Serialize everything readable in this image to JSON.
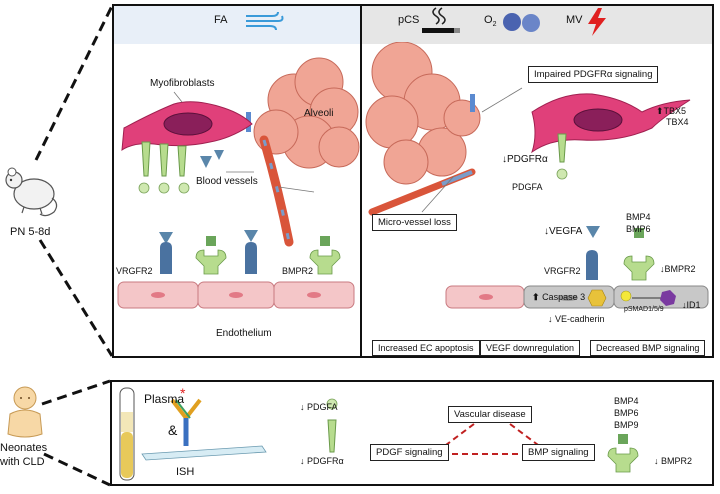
{
  "top": {
    "left_header": "FA",
    "right_header": {
      "pcs": "pCS",
      "o2": "O",
      "o2_sub": "2",
      "mv": "MV"
    },
    "age_label": "PN 5-8d",
    "left": {
      "myofibroblasts": "Myofibroblasts",
      "alveoli": "Alveoli",
      "blood_vessels": "Blood vessels",
      "vrgfr2": "VRGFR2",
      "bmpr2": "BMPR2",
      "endothelium": "Endothelium"
    },
    "right": {
      "impaired": "Impaired PDGFRα signaling",
      "tbx5": "TBX5",
      "tbx4": "TBX4",
      "pdgfra": "PDGFRα",
      "pdgfa": "PDGFA",
      "micro_vessel_loss": "Micro-vessel loss",
      "vegfa": "VEGFA",
      "bmp4": "BMP4",
      "bmp6": "BMP6",
      "vrgfr2": "VRGFR2",
      "bmpr2": "BMPR2",
      "caspase3": "Caspase 3",
      "psmad": "pSMAD1/5/9",
      "id1": "ID1",
      "ve_cadherin": "VE-cadherin",
      "box1": "Increased EC apoptosis",
      "box2": "VEGF downregulation",
      "box3": "Decreased BMP signaling"
    }
  },
  "bottom": {
    "neonates_line1": "Neonates",
    "neonates_line2": "with CLD",
    "plasma": "Plasma",
    "amp": "&",
    "ish": "ISH",
    "pdgfa": "PDGFA",
    "pdgfra": "PDGFRα",
    "vascular_disease": "Vascular disease",
    "pdgf_signaling": "PDGF signaling",
    "bmp_signaling": "BMP signaling",
    "bmp4": "BMP4",
    "bmp6": "BMP6",
    "bmp9": "BMP9",
    "bmpr2": "BMPR2"
  },
  "colors": {
    "myofibroblast": "#e0407a",
    "nucleus": "#8a1f5a",
    "alveoli": "#f0a595",
    "vessel": "#d9553a",
    "endothelium": "#f4c6c8",
    "receptor_green": "#b7dc8e",
    "vegf_blue": "#5a86aa",
    "bmp_green": "#6aa55a",
    "header": "#e6e6e6",
    "mv_red": "#e02020"
  }
}
